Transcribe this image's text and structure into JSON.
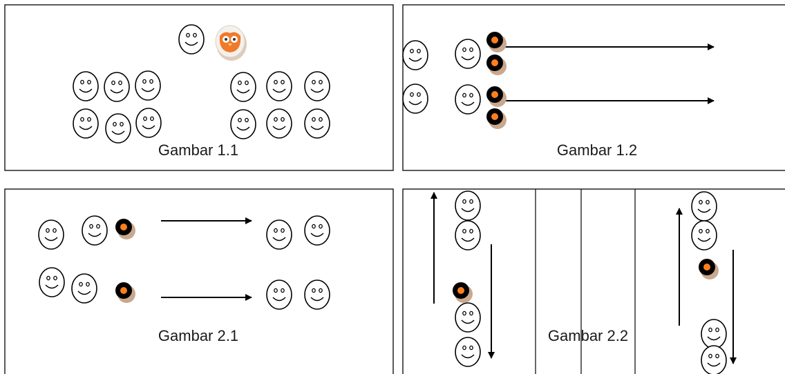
{
  "panels": [
    {
      "id": "panel-1-1",
      "caption": "Gambar 1.1"
    },
    {
      "id": "panel-1-2",
      "caption": "Gambar 1.2"
    },
    {
      "id": "panel-2-1",
      "caption": "Gambar 2.1"
    },
    {
      "id": "panel-2-2",
      "caption": "Gambar 2.2"
    }
  ],
  "colors": {
    "ball_fill": "#000000",
    "ball_center": "#ff7f1e",
    "ball_shadow": "#c9a88e",
    "mascot_orange": "#f07a2a",
    "ink": "#000000"
  },
  "icons": [
    "smiley-face-icon",
    "ball-icon",
    "owl-mascot-icon",
    "arrow-icon"
  ]
}
